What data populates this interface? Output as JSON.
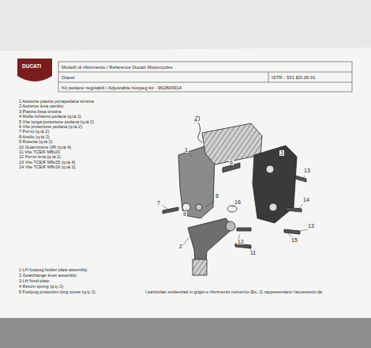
{
  "diagram": {
    "labels": [
      "DUCATI",
      "Modelli di riferimento / Reference Ducati Motorcycles",
      "Diavel",
      "ISTR - 531 ED.00 01",
      "Kit pedane regolabili / Adjustable footpeg kit - 96280091A",
      "1 Assieme piastra portapedana sinistra",
      "2 Assieme leva cambio",
      "3 Piastra fissa sinistra",
      "4 Molla richiamo pedana (q.tà 2)",
      "5 Vite lunga protezione pedana (q.tà 2)",
      "6 Vite protezione pedana (q.tà 2)",
      "7 Perno (q.tà 2)",
      "8 Anello (q.tà 2)",
      "9 Rosetta (q.tà 2)",
      "10 Guarnizione OR (q.tà 4)",
      "11 Vite TCEIF M8x20",
      "12 Perno leva (q.tà 2)",
      "13 Vite TCEIF M8x25 (q.tà 4)",
      "14 Vite TCEIF M8x16 (q.tà 2)",
      "1 LH footpeg holder plate assembly",
      "2 Gearchange lever assembly",
      "3 LH fixed plate",
      "4 Return spring (q.ty 2)",
      "5 Footpeg protection long screw (q.ty 2)",
      "I particolari evidenziati in grigio e riferimento numerico (Es. 2) rappresentano l'accessorio da",
      "4",
      "1",
      "3",
      "6",
      "13",
      "7",
      "8",
      "9",
      "16",
      "14",
      "13",
      "15",
      "12",
      "2",
      "11"
    ]
  }
}
